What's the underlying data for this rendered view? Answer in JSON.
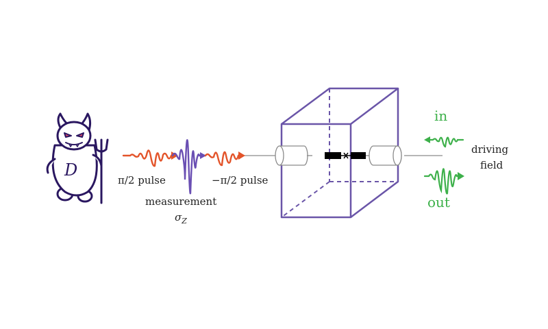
{
  "labels": {
    "pulse_half": "π/2 pulse",
    "measurement": "measurement",
    "sigma": "σ",
    "sigma_sub": "Z",
    "pulse_neg_half": "−π/2 pulse",
    "in": "in",
    "out": "out",
    "driving_line1": "driving",
    "driving_line2": "field",
    "demon_letter": "D"
  },
  "colors": {
    "demon": "#2a1760",
    "pulse_orange": "#e3542a",
    "pulse_purple": "#6a4fb3",
    "cavity": "#6a55a8",
    "field_green": "#3db04a",
    "line_gray": "#8a8a8a"
  },
  "icons": {
    "demon": "demon-icon",
    "pitchfork": "pitchfork-icon",
    "connector_left": "connector-cylinder-icon",
    "connector_right": "connector-cylinder-icon",
    "qubit": "qubit-junction-icon"
  }
}
